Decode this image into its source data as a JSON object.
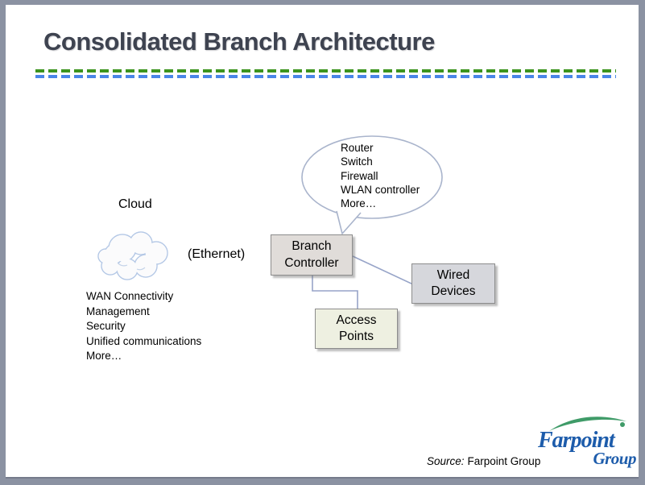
{
  "slide": {
    "title": "Consolidated Branch Architecture"
  },
  "callout": {
    "items": [
      "Router",
      "Switch",
      "Firewall",
      "WLAN controller",
      "More…"
    ]
  },
  "cloud": {
    "label": "Cloud",
    "ethernet": "(Ethernet)",
    "services": [
      "WAN Connectivity",
      "Management",
      "Security",
      "Unified communications",
      "More…"
    ]
  },
  "nodes": {
    "branch_controller": "Branch\nController",
    "wired_devices": "Wired\nDevices",
    "access_points": "Access\nPoints"
  },
  "footer": {
    "source_label": "Source:",
    "source_text": "Farpoint Group"
  },
  "logo": {
    "word": "Farpoint",
    "sub": "Group"
  },
  "colors": {
    "title_text": "#3e4350",
    "dash_green": "#3c941e",
    "dash_blue": "#4a86e8",
    "connector_line": "#97a4c8",
    "callout_border": "#a9b4cc",
    "cloud_border": "#b4c8e6",
    "branch_box_fill": "#e0dcd9",
    "wired_box_fill": "#d6d7dc",
    "access_box_fill": "#eef0e1",
    "logo_blue": "#1d5cab",
    "logo_green": "#3f9b68",
    "frame_gray": "#8b92a2"
  }
}
